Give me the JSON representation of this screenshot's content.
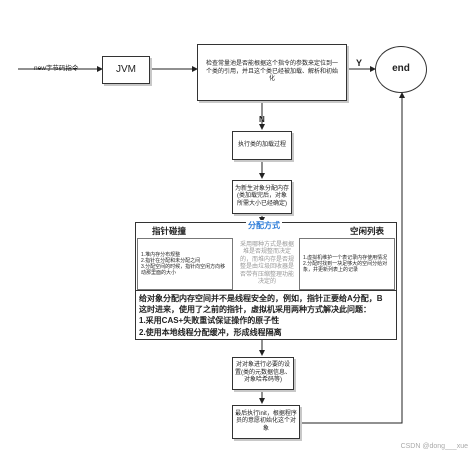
{
  "flow": {
    "start_label": "new字节码指令",
    "jvm": "JVM",
    "check": "检查常量池是否能根据这个指令的参数来定位到一个类的引用，并且这个类已经被加载、解析和初始化",
    "yes": "Y",
    "no": "N",
    "end": "end",
    "load": "执行类的加载过程",
    "alloc": "为新生对象分配内存(类加载完后，对象所需大小已经确定)",
    "alloc_title": "分配方式",
    "pointer_title": "指针碰撞",
    "pointer_desc": "1.堆内存分布规整\n2.指针在分配和未分配之间\n3.分配空间的时候，指针向空闲方向移动那里面的大小",
    "middle_desc": "采用哪种方式是根据堆是否规整而决定的，而堆内存是否规整是由垃圾回收器是否带有压缩整理功能决定的",
    "freelist_title": "空闲列表",
    "freelist_desc": "1.虚拟机维护一个表记录内存使用情况\n2.分配时找到一块足够大的空间分给对象，并更新列表上的记录",
    "safety_lines": [
      "给对象分配内存空间并不是线程安全的，例如，指针正要给A分配，B",
      "这时进来，使用了之前的指针，虚拟机采用两种方式解决此问题：",
      "1.采用CAS+失败重试保证操作的原子性",
      "2.使用本地线程分配缓冲，形成线程隔离"
    ],
    "setup": "对对象进行必要的设置(类的元数据信息、对象哈希码等)",
    "init": "最后执行init，根据程序员的意愿初始化这个对象"
  },
  "watermark": "CSDN @dong___xue"
}
